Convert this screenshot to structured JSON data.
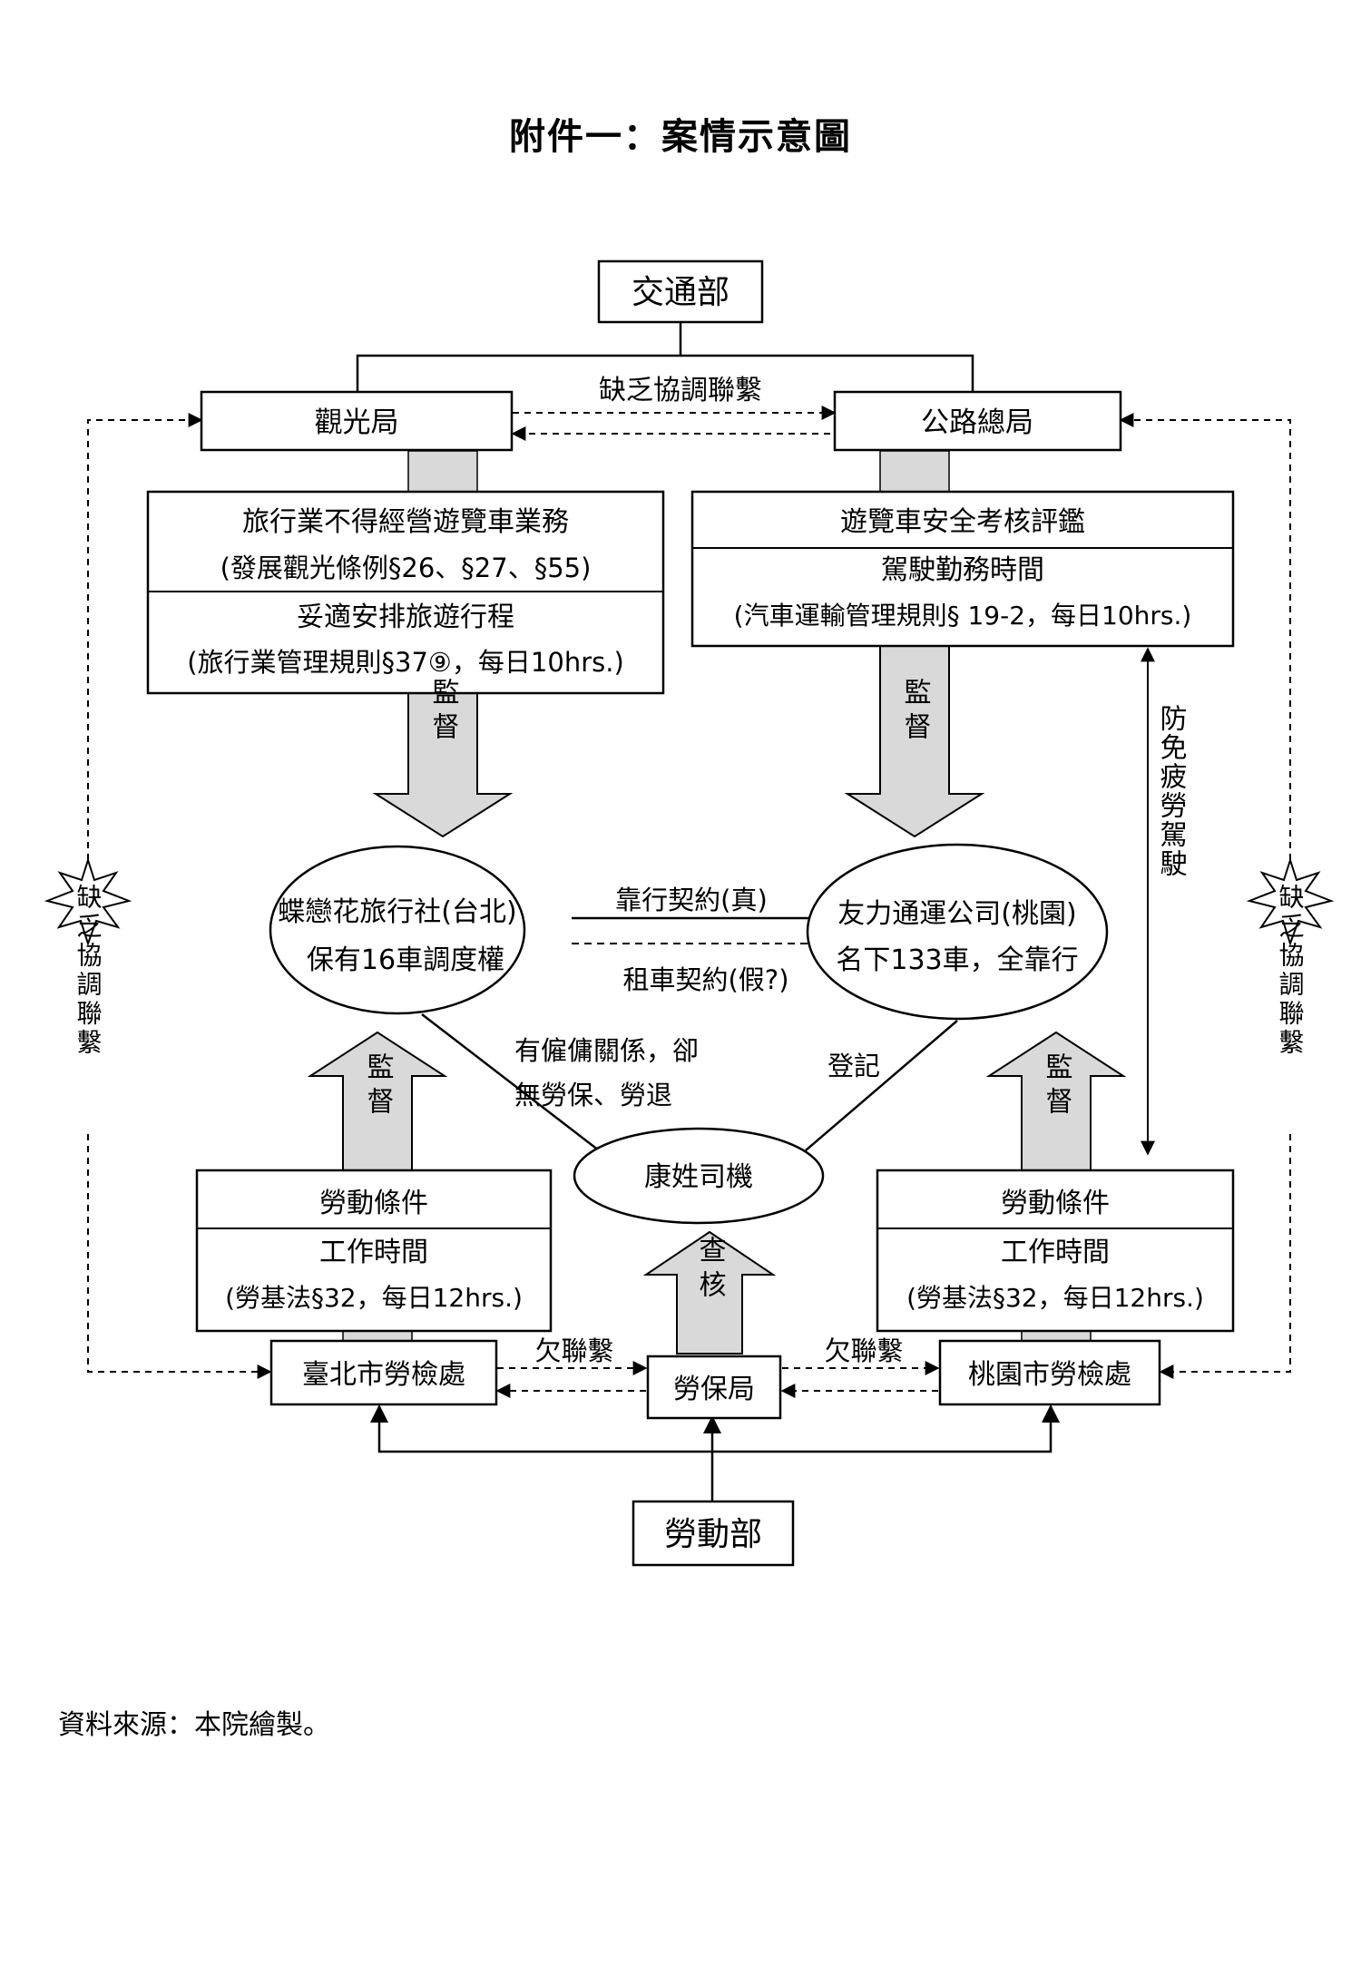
{
  "title": "附件一：案情示意圖",
  "source": "資料來源：本院繪製。",
  "nodes": {
    "mot": "交通部",
    "tourism": "觀光局",
    "highway": "公路總局",
    "travel_agency_name": "蝶戀花旅行社(台北)",
    "travel_agency_note": "保有16車調度權",
    "bus_company_name": "友力通運公司(桃園)",
    "bus_company_note": "名下133車，全靠行",
    "driver": "康姓司機",
    "taipei_labor": "臺北市勞檢處",
    "bli": "勞保局",
    "taoyuan_labor": "桃園市勞檢處",
    "mol": "勞動部"
  },
  "boxes": {
    "tourism_rules": {
      "line1": "旅行業不得經營遊覽車業務",
      "line2": "(發展觀光條例§26、§27、§55)",
      "line3": "妥適安排旅遊行程",
      "line4": "(旅行業管理規則§37⑨，每日10hrs.)"
    },
    "highway_rules": {
      "line1": "遊覽車安全考核評鑑",
      "line2": "駕駛勤務時間",
      "line3": "(汽車運輸管理規則§ 19-2，每日10hrs.)"
    },
    "labor_left": {
      "line1": "勞動條件",
      "line2": "工作時間",
      "line3": "(勞基法§32，每日12hrs.)"
    },
    "labor_right": {
      "line1": "勞動條件",
      "line2": "工作時間",
      "line3": "(勞基法§32，每日12hrs.)"
    }
  },
  "labels": {
    "lack_coordination_top": "缺乏協調聯繫",
    "lack_coordination_left": "缺乏協調聯繫",
    "lack_coordination_right": "缺乏協調聯繫",
    "supervise_1": "監督",
    "supervise_2": "監督",
    "supervise_3": "監督",
    "supervise_4": "監督",
    "verify": "查核",
    "contract_real": "靠行契約(真)",
    "contract_fake": "租車契約(假?)",
    "employment_line1": "有僱傭關係，卻",
    "employment_line2": "無勞保、勞退",
    "register": "登記",
    "fatigue": "防免疲勞駕駛",
    "lack_contact_left": "欠聯繫",
    "lack_contact_right": "欠聯繫"
  },
  "colors": {
    "arrow_fill": "#d9d9d9",
    "stroke": "#000000",
    "background": "#ffffff"
  }
}
